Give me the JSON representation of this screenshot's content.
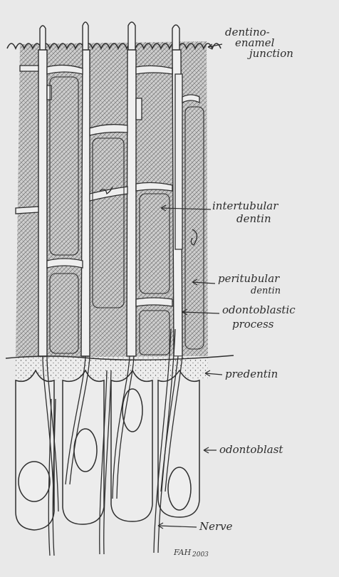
{
  "labels": {
    "dentinoenamel_1": "dentino-",
    "dentinoenamel_2": "enamel",
    "dentinoenamel_3": "junction",
    "intertubular_1": "intertubular",
    "intertubular_2": "dentin",
    "peritubular_1": "peritubular",
    "peritubular_2": "dentin",
    "odontoblastic_1": "odontoblastic",
    "odontoblastic_2": "process",
    "predentin": "predentin",
    "odontoblast": "odontoblast",
    "nerve": "Nerve"
  },
  "signature": "FAH",
  "signature_year": "2003",
  "colors": {
    "background": "#e9e9e9",
    "ink": "#2e2e2e",
    "dentin_fill": "#c9c9c9"
  }
}
